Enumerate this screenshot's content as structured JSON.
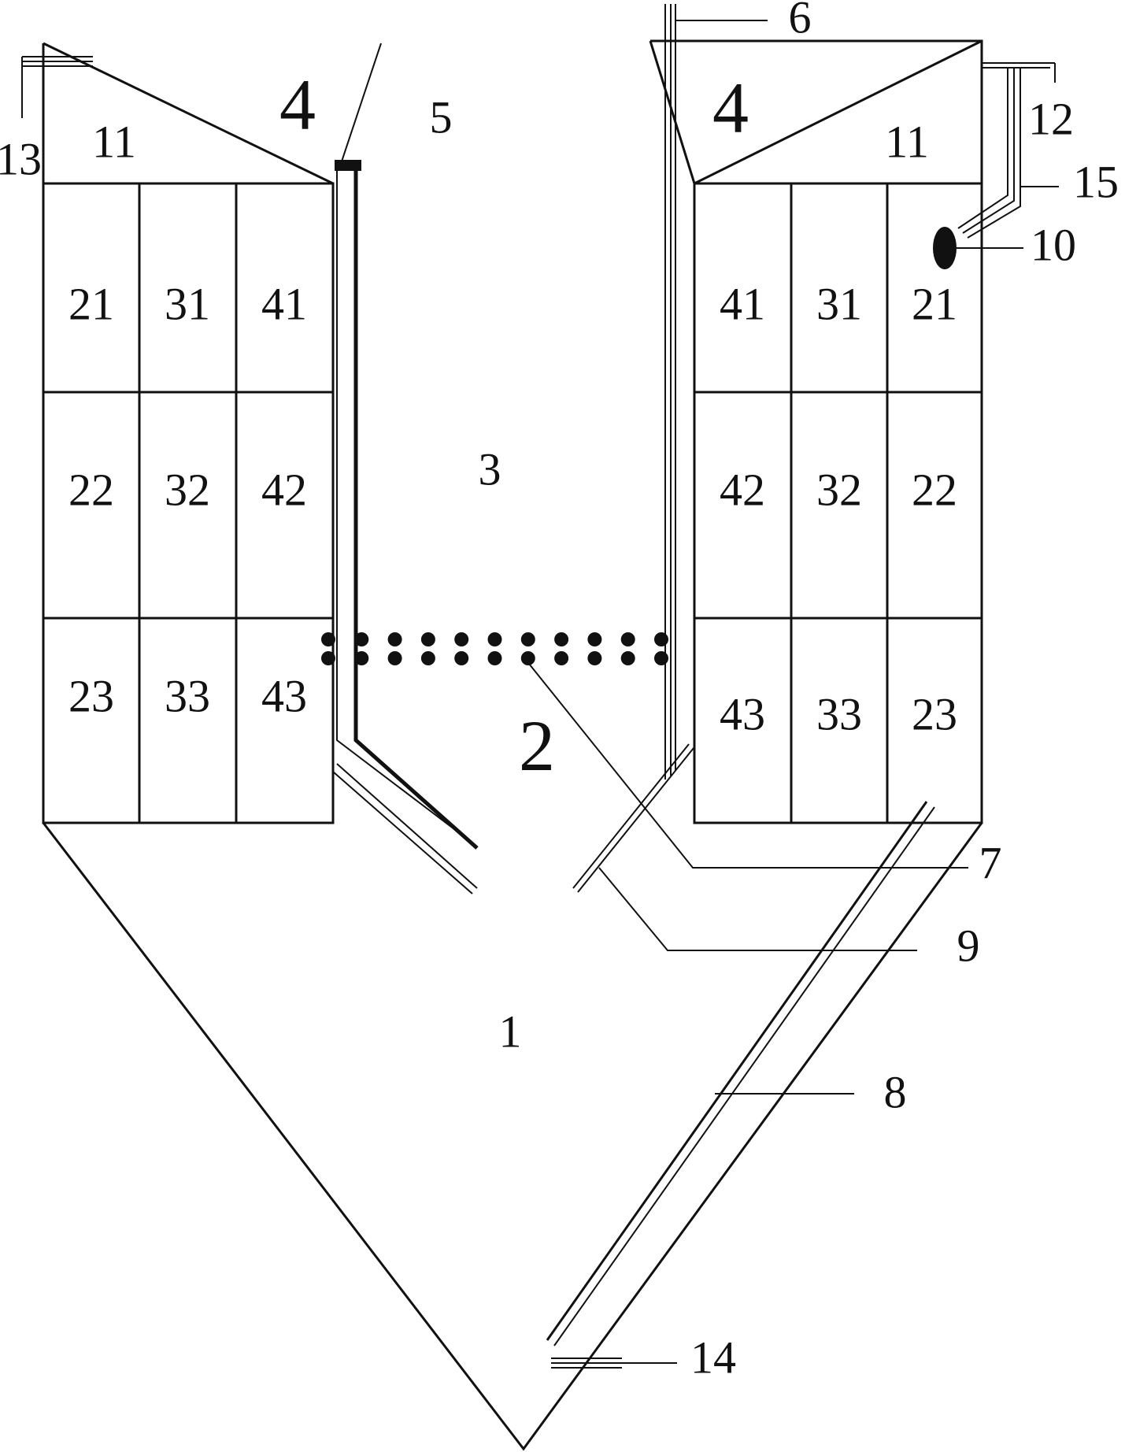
{
  "diagram": {
    "labels": {
      "zone_1": "1",
      "zone_2": "2",
      "zone_3": "3",
      "label_4_left": "4",
      "label_4_right": "4",
      "label_5": "5",
      "label_6": "6",
      "label_7": "7",
      "label_8": "8",
      "label_9": "9",
      "label_10": "10",
      "label_11_left": "11",
      "label_11_right": "11",
      "label_12": "12",
      "label_13": "13",
      "label_14": "14",
      "label_15": "15"
    },
    "left_grid": [
      [
        "21",
        "31",
        "41"
      ],
      [
        "22",
        "32",
        "42"
      ],
      [
        "23",
        "33",
        "43"
      ]
    ],
    "right_grid": [
      [
        "41",
        "31",
        "21"
      ],
      [
        "42",
        "32",
        "22"
      ],
      [
        "43",
        "33",
        "23"
      ]
    ]
  }
}
